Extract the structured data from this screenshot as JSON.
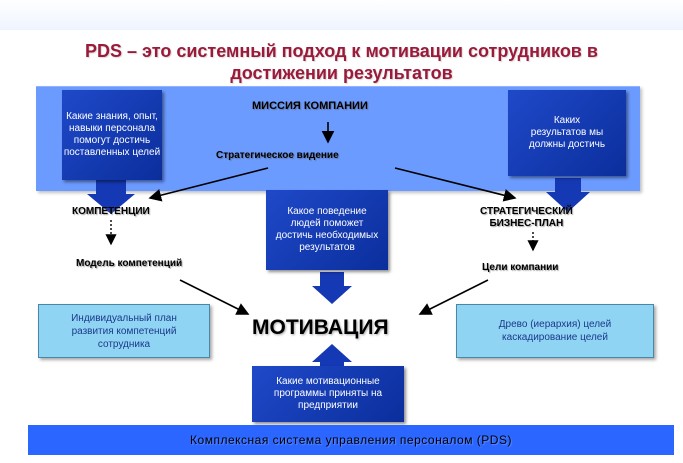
{
  "title": {
    "line1": "PDS – это системный подход к мотивации сотрудников в",
    "line2": "достижении результатов"
  },
  "boxes": {
    "knowledge": "Какие знания, опыт, навыки персонала помогут достичь поставленных целей",
    "results": "Каких результатов мы должны достичь",
    "behavior": "Какое поведение людей поможет достичь необходимых результатов",
    "programs": "Какие мотивационные программы приняты на предприятии"
  },
  "labels": {
    "mission": "МИССИЯ КОМПАНИИ",
    "vision": "Стратегическое видение",
    "competencies": "КОМПЕТЕНЦИИ",
    "strategic_plan_line1": "СТРАТЕГИЧЕСКИЙ",
    "strategic_plan_line2": "БИЗНЕС-ПЛАН",
    "competency_model": "Модель компетенций",
    "company_goals": "Цели компании",
    "motivation": "МОТИВАЦИЯ"
  },
  "scrolls": {
    "left": "Индивидуальный план развития компетенций сотрудника",
    "right": "Древо (иерархия) целей каскадирование целей"
  },
  "footer": "Комплексная система управления персоналом (PDS)",
  "colors": {
    "title": "#9b1a3a",
    "panel": "#6c9bff",
    "box": "#0b2e9c",
    "scroll": "#90d4f4",
    "footer": "#2a66ff"
  }
}
